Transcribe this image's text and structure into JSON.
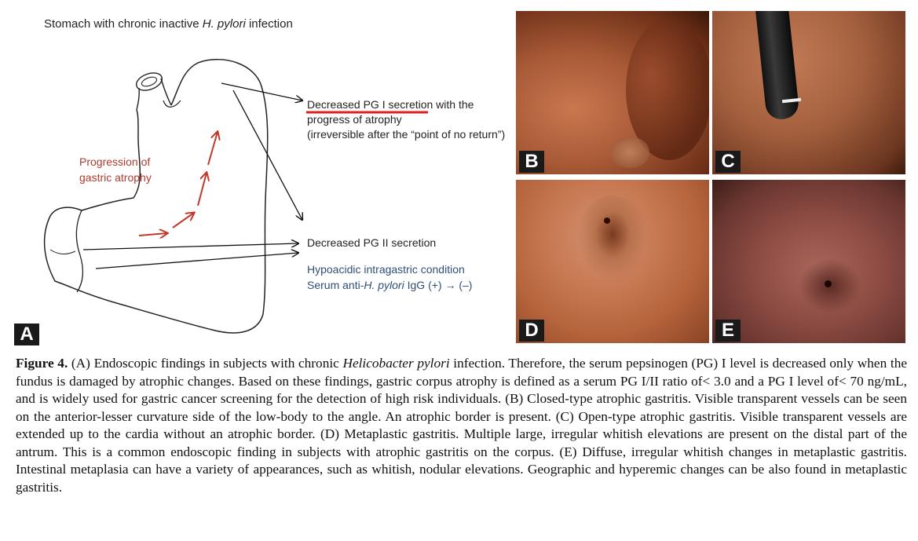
{
  "panel_a": {
    "title_prefix": "Stomach with chronic inactive ",
    "title_italic": "H. pylori",
    "title_suffix": " infection",
    "progression_line1": "Progression of",
    "progression_line2": "gastric atrophy",
    "pg1_underlined": "Decreased PG I secretion",
    "pg1_rest": " with the",
    "pg1_line2": "progress of atrophy",
    "pg1_line3": "(irreversible after the “point of no return”)",
    "pg2": "Decreased PG II secretion",
    "hypo_line1": "Hypoacidic intragastric condition",
    "hypo_line2_prefix": "Serum anti-",
    "hypo_line2_italic": "H. pylori",
    "hypo_line2_suffix": " IgG (+) → (–)",
    "label": "A"
  },
  "panels": {
    "b": "B",
    "c": "C",
    "d": "D",
    "e": "E"
  },
  "caption": {
    "fig_label": "Figure 4.",
    "s1": " (A) Endoscopic findings in subjects with chronic ",
    "s1_italic": "Helicobacter pylori",
    "s2": " infection. Therefore, the serum pepsinogen (PG) I level is decreased only when the fundus is damaged by atrophic changes. Based on these findings, gastric corpus atrophy is defined as a serum PG I/II ratio of< 3.0 and a PG I level of< 70 ng/mL, and is widely used for gastric cancer screening for the detection of high risk individuals. (B) Closed-type atrophic gastritis. Visible transparent vessels can be seen on the anterior-lesser curvature side of the low-body to the angle. An atrophic border is present. (C) Open-type atrophic gastritis. Visible transparent vessels are extended up to the cardia without an atrophic border. (D) Metaplastic gastritis. Multiple large, irregular whitish elevations are present on the distal part of the antrum. This is a common endoscopic finding in subjects with atrophic gastritis on the corpus. (E) Diffuse, irregular whitish changes in metaplastic gastritis. Intestinal metaplasia can have a variety of appearances, such as whitish, nodular elevations. Geographic and hyperemic changes can be also found in metaplastic gastritis."
  },
  "colors": {
    "progression_red": "#b03a2e",
    "underline_red": "#e01e1e",
    "hypo_blue": "#2f4f7a",
    "label_bg": "#1a1a1a"
  }
}
